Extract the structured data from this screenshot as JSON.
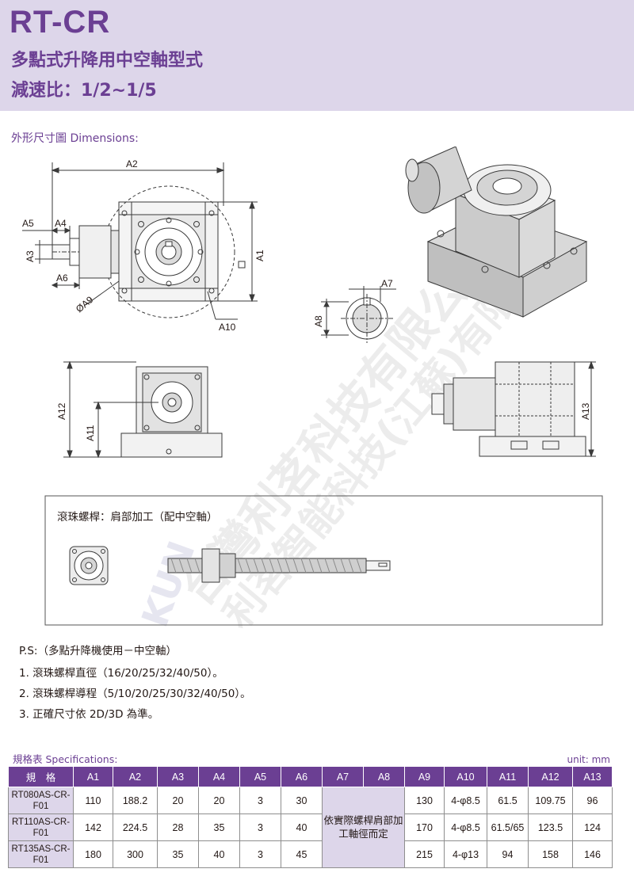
{
  "header": {
    "model": "RT-CR",
    "subtitle": "多點式升降用中空軸型式",
    "ratio": "減速比：1/2~1/5"
  },
  "section_title": "外形尺寸圖 Dimensions:",
  "dims": {
    "a1": "A1",
    "a2": "A2",
    "a3": "A3",
    "a4": "A4",
    "a5": "A5",
    "a6": "A6",
    "a7": "A7",
    "a8": "A8",
    "a9": "ØA9",
    "a10": "A10",
    "a11": "A11",
    "a12": "A12",
    "a13": "A13"
  },
  "ballscrew_caption": "滾珠螺桿：肩部加工（配中空軸）",
  "watermark": {
    "line1": "台灣利茗科技有限公司",
    "line2": "利茗智能科技(江蘇)有限公司",
    "brand": "KUN"
  },
  "ps": {
    "title": "P.S:（多點升降機使用－中空軸）",
    "items": [
      "1. 滾珠螺桿直徑（16/20/25/32/40/50）。",
      "2. 滾珠螺桿導程（5/10/20/25/30/32/40/50）。",
      "3. 正確尺寸依 2D/3D 為準。"
    ]
  },
  "spec": {
    "title": "規格表 Specifications:",
    "unit": "unit: mm",
    "headers": [
      "規　格",
      "A1",
      "A2",
      "A3",
      "A4",
      "A5",
      "A6",
      "A7",
      "A8",
      "A9",
      "A10",
      "A11",
      "A12",
      "A13"
    ],
    "merged_note": "依實際螺桿肩部加工軸徑而定",
    "rows": [
      {
        "model": "RT080AS-CR-F01",
        "a1": "110",
        "a2": "188.2",
        "a3": "20",
        "a4": "20",
        "a5": "3",
        "a6": "30",
        "a9": "130",
        "a10": "4-φ8.5",
        "a11": "61.5",
        "a12": "109.75",
        "a13": "96"
      },
      {
        "model": "RT110AS-CR-F01",
        "a1": "142",
        "a2": "224.5",
        "a3": "28",
        "a4": "35",
        "a5": "3",
        "a6": "40",
        "a9": "170",
        "a10": "4-φ8.5",
        "a11": "61.5/65",
        "a12": "123.5",
        "a13": "124"
      },
      {
        "model": "RT135AS-CR-F01",
        "a1": "180",
        "a2": "300",
        "a3": "35",
        "a4": "40",
        "a5": "3",
        "a6": "45",
        "a9": "215",
        "a10": "4-φ13",
        "a11": "94",
        "a12": "158",
        "a13": "146"
      }
    ]
  },
  "colors": {
    "accent": "#6b3f93",
    "header_bg": "#ddd6ea",
    "table_header": "#6b3f93"
  }
}
